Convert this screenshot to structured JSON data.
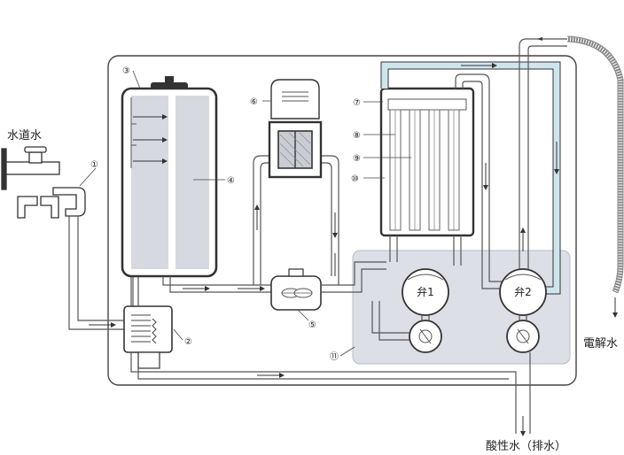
{
  "labels": {
    "tap_water": "水道水",
    "electrolyzed_water": "電解水",
    "acidic_water": "酸性水（排水）",
    "valve1": "弁1",
    "valve2": "弁2"
  },
  "callouts": {
    "n1": "①",
    "n2": "②",
    "n3": "③",
    "n4": "④",
    "n5": "⑤",
    "n6": "⑥",
    "n7": "⑦",
    "n8": "⑧",
    "n9": "⑨",
    "n10": "⑩",
    "n11": "⑪"
  },
  "colors": {
    "outline": "#333333",
    "cylinder_fill": "#d6dae0",
    "highlight_zone": "#dcdfe6",
    "alkaline_pipe": "#cfe5ee",
    "pipe_fill": "#ffffff",
    "line": "#555555"
  }
}
